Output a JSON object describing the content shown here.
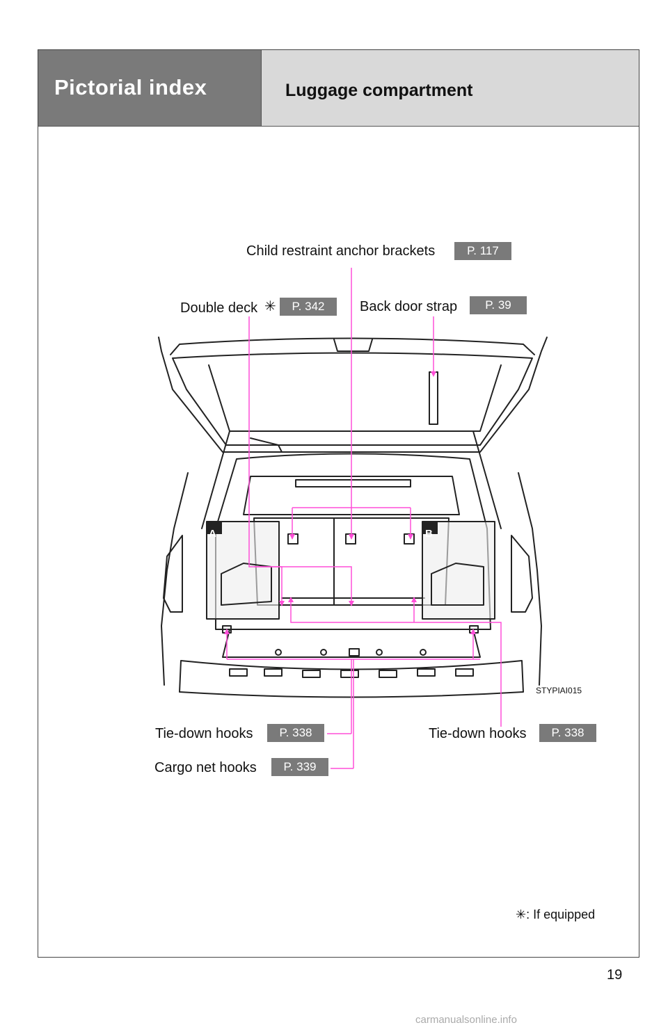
{
  "header": {
    "section": "Pictorial index",
    "title": "Luggage compartment"
  },
  "callouts": {
    "child_restraint": {
      "label": "Child restraint anchor brackets",
      "page": "P. 117"
    },
    "double_deck": {
      "label": "Double deck",
      "marker": "✳",
      "page": "P. 342"
    },
    "back_door_strap": {
      "label": "Back door strap",
      "page": "P. 39"
    },
    "tie_down_left": {
      "label": "Tie-down hooks",
      "page": "P. 338"
    },
    "cargo_net": {
      "label": "Cargo net hooks",
      "page": "P. 339"
    },
    "tie_down_right": {
      "label": "Tie-down hooks",
      "page": "P. 338"
    }
  },
  "insets": {
    "a": "A",
    "b": "B"
  },
  "figure_code": "STYPIAI015",
  "footnote": {
    "marker": "✳",
    "text": ": If equipped"
  },
  "page_number": "19",
  "watermark": "carmanualsonline.info",
  "colors": {
    "leader": "#ff4fd8",
    "header_dark": "#7a7a7a",
    "header_light": "#d9d9d9",
    "page_ref_bg": "#7a7a7a"
  }
}
